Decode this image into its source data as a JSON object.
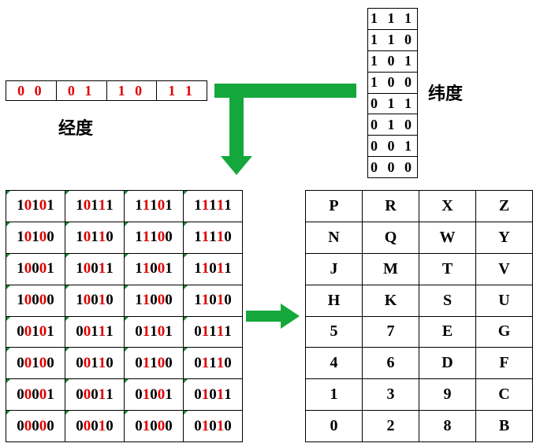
{
  "longitude": {
    "label": "经度",
    "codes": [
      "00",
      "01",
      "10",
      "11"
    ]
  },
  "latitude": {
    "label": "纬度",
    "codes": [
      "111",
      "110",
      "101",
      "100",
      "011",
      "010",
      "001",
      "000"
    ]
  },
  "binary_grid": [
    [
      "10101",
      "10111",
      "11101",
      "11111"
    ],
    [
      "10100",
      "10110",
      "11100",
      "11110"
    ],
    [
      "10001",
      "10011",
      "11001",
      "11011"
    ],
    [
      "10000",
      "10010",
      "11000",
      "11010"
    ],
    [
      "00101",
      "00111",
      "01101",
      "01111"
    ],
    [
      "00100",
      "00110",
      "01100",
      "01110"
    ],
    [
      "00001",
      "00011",
      "01001",
      "01011"
    ],
    [
      "00000",
      "00010",
      "01000",
      "01010"
    ]
  ],
  "base32_grid": [
    [
      "P",
      "R",
      "X",
      "Z"
    ],
    [
      "N",
      "Q",
      "W",
      "Y"
    ],
    [
      "J",
      "M",
      "T",
      "V"
    ],
    [
      "H",
      "K",
      "S",
      "U"
    ],
    [
      "5",
      "7",
      "E",
      "G"
    ],
    [
      "4",
      "6",
      "D",
      "F"
    ],
    [
      "1",
      "3",
      "9",
      "C"
    ],
    [
      "0",
      "2",
      "8",
      "B"
    ]
  ],
  "colors": {
    "longitude_bits": "#e00000",
    "latitude_bits": "#000000",
    "arrow": "#14a83c",
    "cell_marker": "#1a8a3a"
  }
}
